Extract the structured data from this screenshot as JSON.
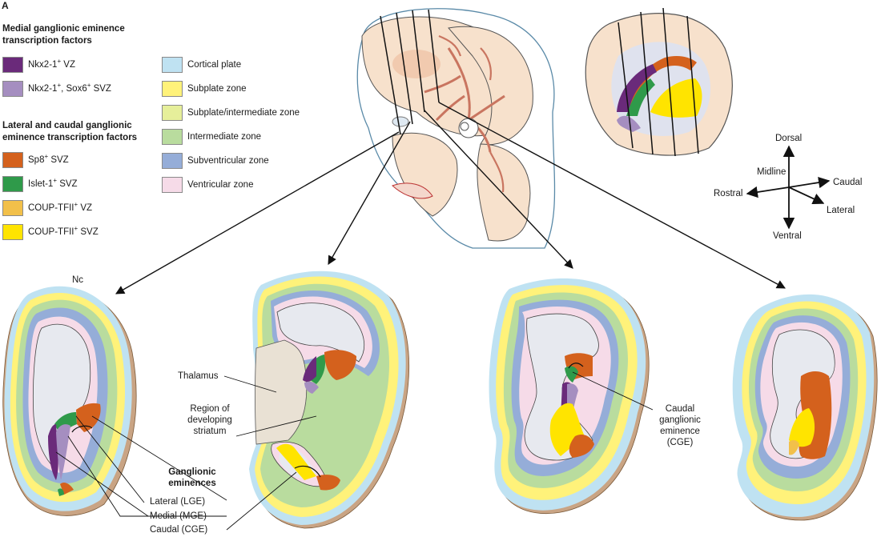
{
  "panel_letter": "A",
  "mge_header": "Medial ganglionic eminence transcription factors",
  "lge_cge_header": "Lateral and caudal ganglionic eminence transcription factors",
  "legend": [
    {
      "key": "nkx_vz",
      "label": "Nkx2-1",
      "sup": "+",
      "suffix": " VZ",
      "color": "#6a2a7a"
    },
    {
      "key": "nkx_svz",
      "label": "Nkx2-1",
      "sup": "+",
      "mid": ", Sox6",
      "sup2": "+",
      "suffix": " SVZ",
      "color": "#a58ec0"
    },
    {
      "key": "sp8",
      "label": "Sp8",
      "sup": "+",
      "suffix": " SVZ",
      "color": "#d4611d"
    },
    {
      "key": "islet",
      "label": "Islet-1",
      "sup": "+",
      "suffix": " SVZ",
      "color": "#2f9a4a"
    },
    {
      "key": "coup_vz",
      "label": "COUP-TFII",
      "sup": "+",
      "suffix": " VZ",
      "color": "#f2c04a"
    },
    {
      "key": "coup_svz",
      "label": "COUP-TFII",
      "sup": "+",
      "suffix": " SVZ",
      "color": "#ffe400"
    },
    {
      "key": "cortical",
      "label": "Cortical plate",
      "color": "#bfe2f2"
    },
    {
      "key": "subplate",
      "label": "Subplate zone",
      "color": "#fff27a"
    },
    {
      "key": "subplate_int",
      "label": "Subplate/intermediate zone",
      "color": "#e6ef9a"
    },
    {
      "key": "intermediate",
      "label": "Intermediate zone",
      "color": "#b9dc9e"
    },
    {
      "key": "svz",
      "label": "Subventricular zone",
      "color": "#95add8"
    },
    {
      "key": "vz",
      "label": "Ventricular zone",
      "color": "#f6dbe8"
    }
  ],
  "compass": {
    "dorsal": "Dorsal",
    "ventral": "Ventral",
    "rostral": "Rostral",
    "caudal": "Caudal",
    "lateral": "Lateral",
    "midline": "Midline"
  },
  "labels": {
    "nc": "Nc",
    "thalamus": "Thalamus",
    "region": "Region of developing striatum",
    "ganglionic": "Ganglionic eminences",
    "lateral": "Lateral (LGE)",
    "medial": "Medial (MGE)",
    "caudal": "Caudal (CGE)",
    "cge_note": "Caudal ganglionic eminence (CGE)"
  }
}
